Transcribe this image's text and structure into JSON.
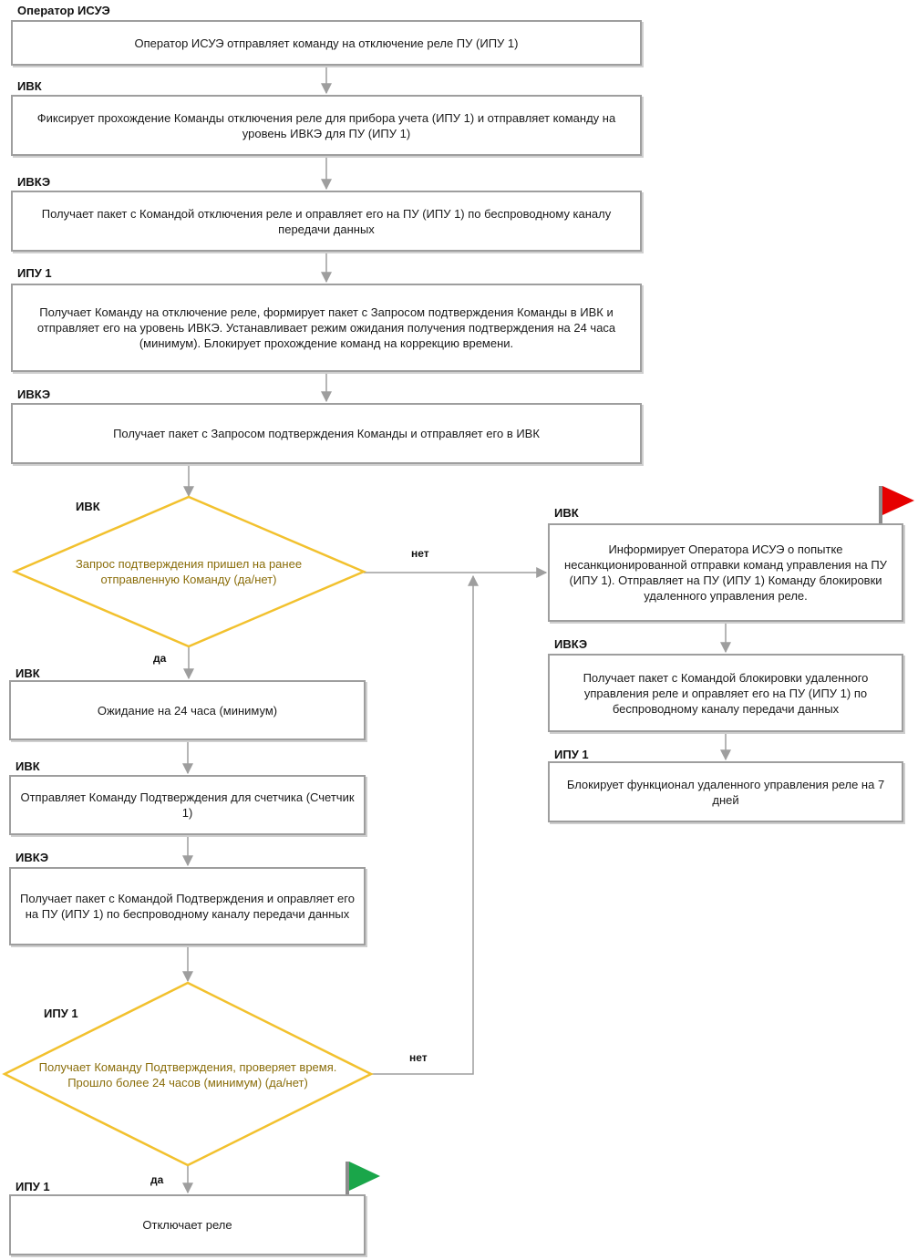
{
  "lanes": {
    "op_isue": "Оператор ИСУЭ",
    "ivk_1": "ИВК",
    "ivke_1": "ИВКЭ",
    "ipu_1": "ИПУ 1",
    "ivke_2": "ИВКЭ",
    "ivk_decision1": "ИВК",
    "ivk_wait": "ИВК",
    "ivk_send": "ИВК",
    "ivke_3": "ИВКЭ",
    "ipu_decision2": "ИПУ 1",
    "ipu_final": "ИПУ 1",
    "ivk_right": "ИВК",
    "ivke_right": "ИВКЭ",
    "ipu_right": "ИПУ 1"
  },
  "steps": {
    "s1": "Оператор ИСУЭ отправляет команду на отключение реле ПУ (ИПУ 1)",
    "s2": "Фиксирует прохождение Команды отключения реле для прибора учета (ИПУ 1) и отправляет команду на уровень ИВКЭ для ПУ (ИПУ 1)",
    "s3": "Получает пакет с Командой отключения реле и оправляет его на ПУ (ИПУ 1) по беспроводному каналу передачи данных",
    "s4": "Получает Команду на отключение реле, формирует пакет с Запросом подтверждения Команды в ИВК и отправляет его на уровень ИВКЭ. Устанавливает режим ожидания получения подтверждения на 24 часа (минимум). Блокирует прохождение команд на коррекцию времени.",
    "s5": "Получает пакет с Запросом подтверждения Команды и отправляет его в ИВК",
    "s6": "Ожидание на 24 часа (минимум)",
    "s7": "Отправляет Команду Подтверждения для счетчика (Счетчик 1)",
    "s8": "Получает пакет с Командой Подтверждения и оправляет его на ПУ (ИПУ 1) по беспроводному каналу передачи данных",
    "s9": "Отключает реле",
    "r1": "Информирует Оператора ИСУЭ о попытке несанкционированной отправки команд управления на ПУ (ИПУ 1). Отправляет на ПУ (ИПУ 1) Команду блокировки удаленного управления реле.",
    "r2": "Получает пакет с Командой блокировки удаленного управления реле и оправляет его на ПУ (ИПУ 1) по беспроводному каналу передачи данных",
    "r3": "Блокирует функционал удаленного управления реле на 7 дней"
  },
  "decisions": {
    "d1": "Запрос подтверждения пришел на ранее отправленную Команду (да/нет)",
    "d2": "Получает Команду Подтверждения, проверяет время. Прошло более 24 часов (минимум) (да/нет)"
  },
  "edge_labels": {
    "d1_no": "нет",
    "d1_yes": "да",
    "d2_no": "нет",
    "d2_yes": "да"
  },
  "colors": {
    "box_border": "#9e9e9e",
    "connector": "#9e9e9e",
    "decision_border": "#f2c12e",
    "decision_text": "#8a6d0a",
    "flag_red": "#e60000",
    "flag_green": "#1aa64a"
  }
}
